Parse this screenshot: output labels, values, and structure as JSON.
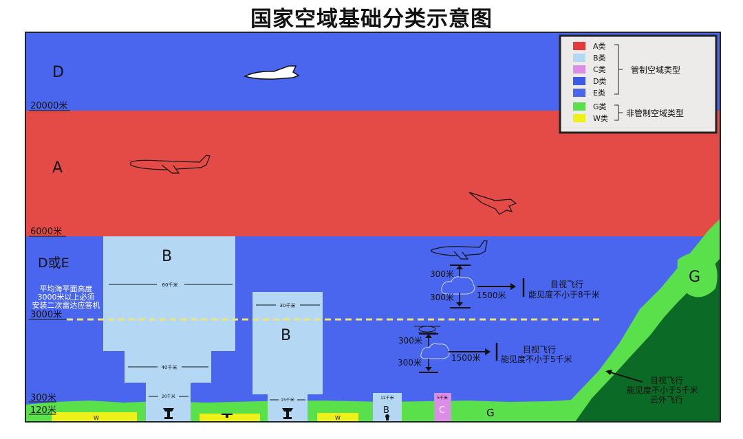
{
  "title": "国家空域基础分类示意图",
  "altitudes": {
    "a20000": "20000米",
    "a6000": "6000米",
    "a3000": "3000米",
    "a300": "300米",
    "a120": "120米"
  },
  "zones": {
    "d_top": "D",
    "a_mid": "A",
    "d_or_e": "D或E",
    "b_large": "B",
    "b_medium": "B",
    "b_small": "B",
    "c_small": "C",
    "g_ground": "G",
    "g_right": "G",
    "w_left": "W",
    "w_right": "W"
  },
  "notes": {
    "radar_line1": "平均海平面高度",
    "radar_line2": "3000米以上必须",
    "radar_line3": "安装二次雷达应答机",
    "vfr1_line1": "目视飞行",
    "vfr1_line2": "能见度不小于8千米",
    "vfr2_line1": "目视飞行",
    "vfr2_line2": "能见度不小于5千米",
    "vfr3_line1": "目视飞行",
    "vfr3_line2": "能见度不小于5千米",
    "vfr3_line3": "云外飞行"
  },
  "dims": {
    "r60": "60千米",
    "r40": "40千米",
    "r20": "20千米",
    "r30": "30千米",
    "r15": "15千米",
    "r12": "12千米",
    "r5": "5千米",
    "v300a": "300米",
    "v300b": "300米",
    "h1500a": "1500米",
    "v300c": "300米",
    "v300d": "300米",
    "h1500b": "1500米"
  },
  "legend": {
    "items": [
      {
        "label": "A类",
        "color": "#e23b3b"
      },
      {
        "label": "B类",
        "color": "#b4d8f4"
      },
      {
        "label": "C类",
        "color": "#dc8ee6"
      },
      {
        "label": "D类",
        "color": "#3d5ae6"
      },
      {
        "label": "E类",
        "color": "#4a66ee"
      },
      {
        "label": "G类",
        "color": "#5ae04a"
      },
      {
        "label": "W类",
        "color": "#eef01a"
      }
    ],
    "controlled": "管制空域类型",
    "uncontrolled": "非管制空域类型"
  },
  "colors": {
    "blue": "#4a66ee",
    "red": "#e44a46",
    "lightblue": "#b4d8f4",
    "green": "#5ae04a",
    "darkgreen": "#0b6a26",
    "yellow": "#eef01a",
    "magenta": "#dc8ee6"
  }
}
